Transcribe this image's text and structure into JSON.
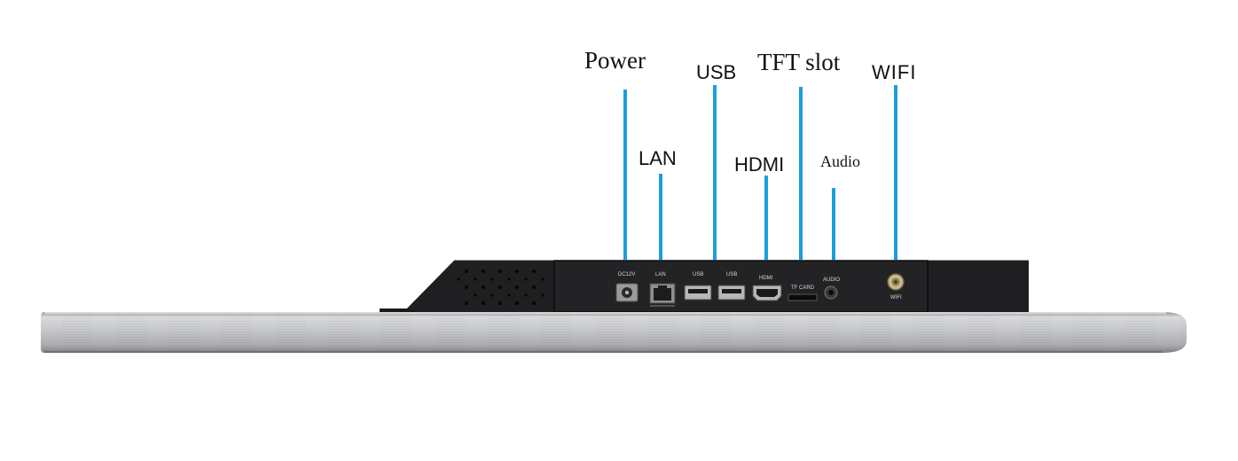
{
  "callouts": {
    "power": "Power",
    "lan": "LAN",
    "usb": "USB",
    "hdmi": "HDMI",
    "tft_slot": "TFT slot",
    "audio": "Audio",
    "wifi": "WIFI"
  },
  "port_labels": {
    "dc12v": "DC12V",
    "lan": "LAN",
    "usb1": "USB",
    "usb2": "USB",
    "hdmi": "HDMI",
    "tf_card": "TF CARD",
    "audio": "AUDIO",
    "wifi": "WIFI"
  },
  "colors": {
    "leader_line": "#1a9ee0",
    "panel_dark": "#1c1c1e",
    "bezel_silver": "#b9babc",
    "text": "#111111"
  }
}
